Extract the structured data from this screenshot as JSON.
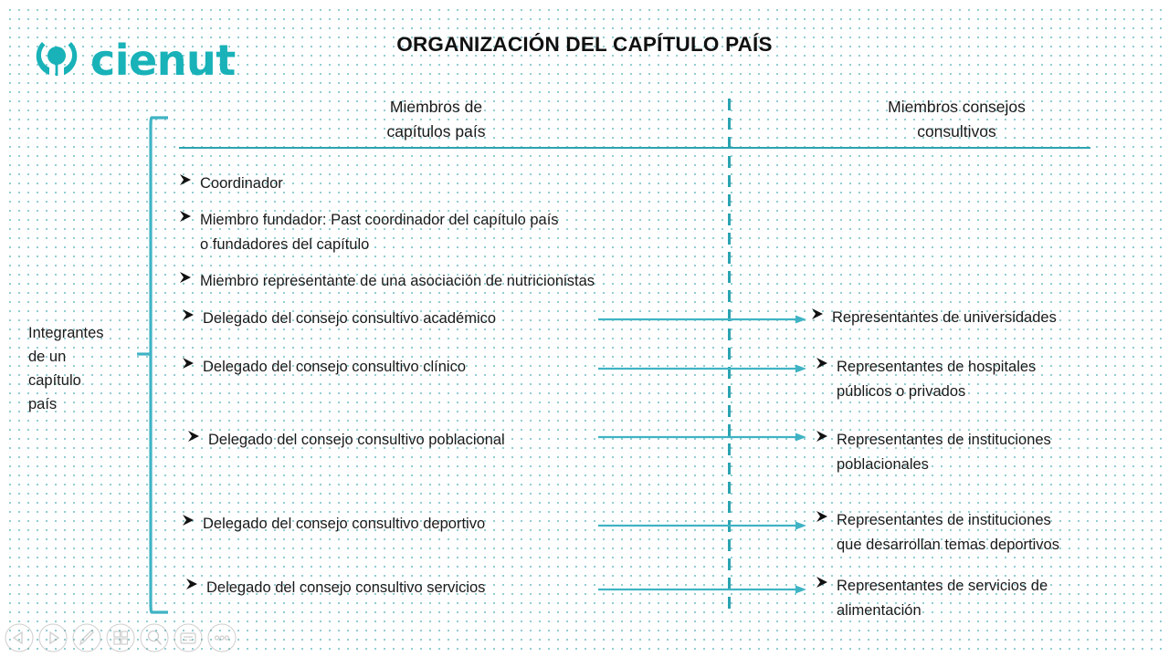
{
  "slide": {
    "title": "ORGANIZACIÓN DEL CAPÍTULO PAÍS",
    "logo_text": "cienut",
    "logo_icon": "cienut-circle-mark",
    "accent_color": "#2ba3b0",
    "logo_color": "#18b2b8",
    "background": "dotted-grid"
  },
  "left_label": "Integrantes\nde un\ncapítulo\npaís",
  "columns": {
    "left_header": "Miembros de\ncapítulos país",
    "right_header": "Miembros consejos\nconsultivos"
  },
  "left_items": [
    {
      "bullet": "arrowhead-bullet-icon",
      "text": "Coordinador"
    },
    {
      "bullet": "arrowhead-bullet-icon",
      "text": "Miembro fundador: Past coordinador del capítulo país\no fundadores del capítulo"
    },
    {
      "bullet": "arrowhead-bullet-icon",
      "text": "Miembro representante de una asociación de nutricionistas"
    },
    {
      "bullet": "arrowhead-bullet-icon",
      "text": "Delegado del consejo consultivo académico"
    },
    {
      "bullet": "arrowhead-bullet-icon",
      "text": "Delegado del consejo consultivo clínico"
    },
    {
      "bullet": "arrowhead-bullet-icon",
      "text": "Delegado del consejo consultivo poblacional"
    },
    {
      "bullet": "arrowhead-bullet-icon",
      "text": "Delegado del consejo consultivo deportivo"
    },
    {
      "bullet": "arrowhead-bullet-icon",
      "text": "Delegado del consejo consultivo servicios"
    }
  ],
  "right_items": [
    {
      "bullet": "arrowhead-bullet-icon",
      "text": "Representantes de universidades"
    },
    {
      "bullet": "arrowhead-bullet-icon",
      "text": "Representantes de hospitales\npúblicos o privados"
    },
    {
      "bullet": "arrowhead-bullet-icon",
      "text": "Representantes de instituciones\npoblacionales"
    },
    {
      "bullet": "arrowhead-bullet-icon",
      "text": "Representantes de instituciones\nque desarrollan temas deportivos"
    },
    {
      "bullet": "arrowhead-bullet-icon",
      "text": "Representantes de servicios de\nalimentación"
    }
  ],
  "connectors": [
    {
      "from": "Delegado del consejo consultivo académico",
      "to": "Representantes de universidades"
    },
    {
      "from": "Delegado del consejo consultivo clínico",
      "to": "Representantes de hospitales públicos o privados"
    },
    {
      "from": "Delegado del consejo consultivo poblacional",
      "to": "Representantes de instituciones poblacionales"
    },
    {
      "from": "Delegado del consejo consultivo deportivo",
      "to": "Representantes de instituciones que desarrollan temas deportivos"
    },
    {
      "from": "Delegado del consejo consultivo servicios",
      "to": "Representantes de servicios de alimentación"
    }
  ],
  "toolbar": [
    {
      "icon": "previous-slide-icon",
      "label": "Anterior"
    },
    {
      "icon": "next-slide-icon",
      "label": "Siguiente"
    },
    {
      "icon": "pen-icon",
      "label": "Lápiz"
    },
    {
      "icon": "grid-view-icon",
      "label": "Ver todas las diapositivas"
    },
    {
      "icon": "zoom-icon",
      "label": "Ampliar"
    },
    {
      "icon": "subtitles-icon",
      "label": "Subtítulos"
    },
    {
      "icon": "more-options-icon",
      "label": "Más opciones"
    }
  ]
}
